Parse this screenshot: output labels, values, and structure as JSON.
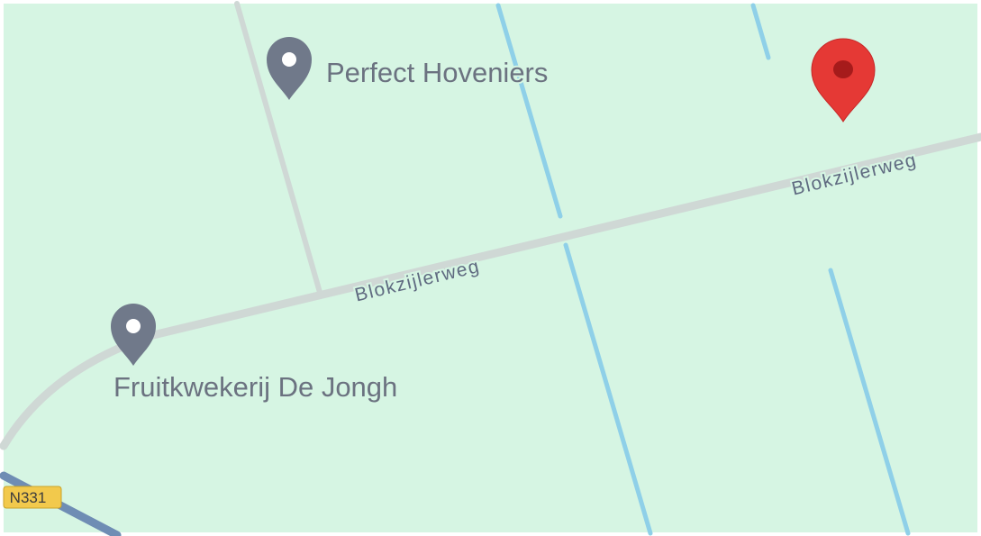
{
  "map": {
    "colors": {
      "land": "#d6f5e3",
      "road": "#cfd8d5",
      "canal": "#8fd0e8",
      "major_road": "#6f8db4",
      "poi_pin": "#70798a",
      "selected_pin": "#e53935",
      "shield": "#f2c94c"
    },
    "roads": [
      {
        "name": "Blokzijlerweg",
        "label": "Blokzijlerweg"
      },
      {
        "name": "Blokzijlerweg",
        "label": "Blokzijlerweg"
      }
    ],
    "route_shield": {
      "label": "N331"
    },
    "pois": [
      {
        "name": "Perfect Hoveniers",
        "icon": "map-pin-icon"
      },
      {
        "name": "Fruitkwekerij De Jongh",
        "icon": "map-pin-icon"
      }
    ],
    "selected_marker": {
      "icon": "red-map-pin-icon"
    }
  }
}
